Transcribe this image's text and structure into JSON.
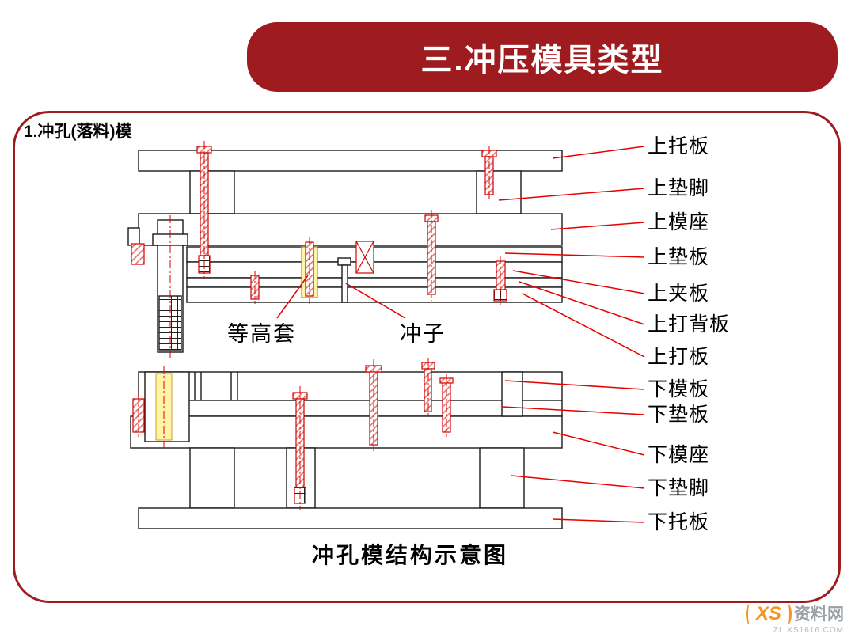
{
  "slide": {
    "title": "三.冲压模具类型",
    "section_label": "1.冲孔(落料)模",
    "caption": "冲孔模结构示意图"
  },
  "diagram": {
    "right_labels": [
      "上托板",
      "上垫脚",
      "上模座",
      "上垫板",
      "上夹板",
      "上打背板",
      "上打板",
      "下模板",
      "下垫板",
      "下模座",
      "下垫脚",
      "下托板"
    ],
    "inner_labels": [
      "等高套",
      "冲子"
    ]
  },
  "watermark": {
    "logo": "XS",
    "site_name": "资料网",
    "url": "ZL.XS1616.COM"
  },
  "colors": {
    "banner": "#9E1C20",
    "panel_border": "#9E1C20",
    "leader_line": "#E60000",
    "fastener_red": "#D10000",
    "sleeve_highlight": "#FFF3A6"
  }
}
